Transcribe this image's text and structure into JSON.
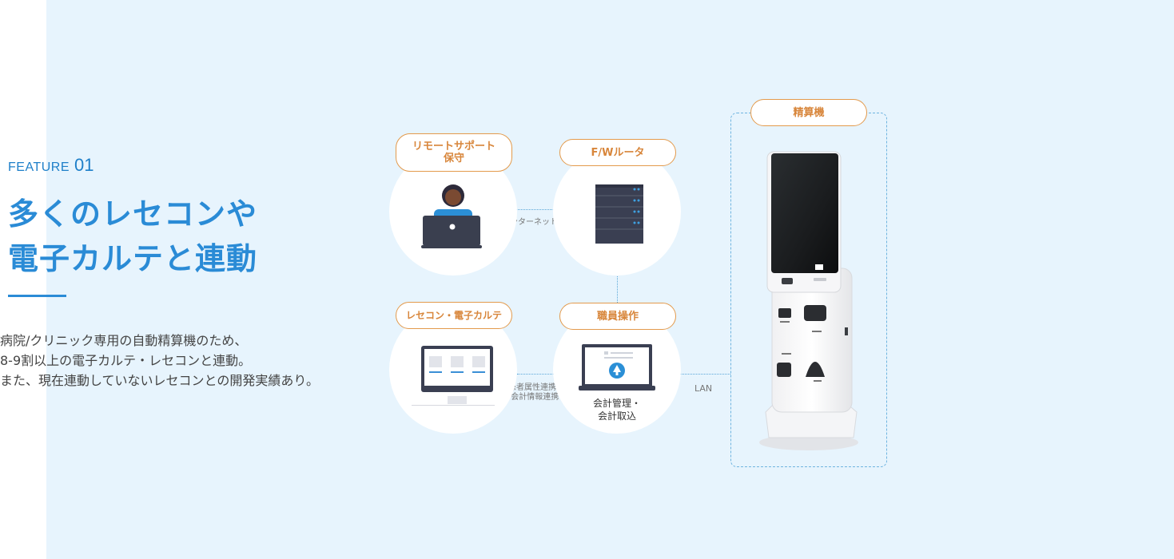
{
  "feature": {
    "label": "FEATURE",
    "number": "01"
  },
  "title": {
    "line1": "多くのレセコンや",
    "line2": "電子カルテと連動"
  },
  "description": {
    "line1": "病院/クリニック専用の自動精算機のため、",
    "line2": "8-9割以上の電子カルテ・レセコンと連動。",
    "line3": "また、現在連動していないレセコンとの開発実績あり。"
  },
  "diagram": {
    "remote_support": {
      "line1": "リモートサポート",
      "line2": "保守"
    },
    "fw_router": "F/Wルータ",
    "receipt_ehr": "レセコン・電子カルテ",
    "staff_operation": "職員操作",
    "payment_machine": "精算機",
    "internet_label": "インターネット網",
    "patient_link": {
      "line1": "患者属性連携 /",
      "line2": "会計情報連携"
    },
    "lan_label": "LAN",
    "accounting_caption": {
      "line1": "会計管理・",
      "line2": "会計取込"
    }
  },
  "colors": {
    "accent": "#2a8bd6",
    "orange": "#e39a4c",
    "background": "#e7f4fd"
  }
}
